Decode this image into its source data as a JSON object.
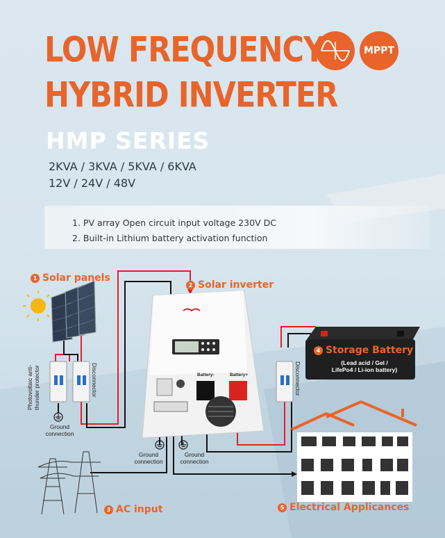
{
  "title": {
    "line1": "LOW FREQUENCY",
    "line2": "HYBRID INVERTER"
  },
  "badges": {
    "mppt": "MPPT"
  },
  "series": "HMP SERIES",
  "specs": {
    "power": "2KVA / 3KVA / 5KVA / 6KVA",
    "voltage": "12V / 24V / 48V"
  },
  "features": [
    "1. PV array Open circuit input voltage 230V DC",
    "2. Built-in Lithium battery activation function"
  ],
  "components": {
    "solar_panels": {
      "num": "1",
      "label": "Solar panels"
    },
    "solar_inverter": {
      "num": "2",
      "label": "Solar inverter"
    },
    "ac_input": {
      "num": "3",
      "label": "AC input"
    },
    "storage_battery": {
      "num": "4",
      "label": "Storage Battery",
      "detail1": "(Lead acid / Gel /",
      "detail2": "LifePo4 / Li-ion battery)"
    },
    "appliances": {
      "num": "5",
      "label": "Electrical Applicances"
    }
  },
  "annotations": {
    "pv_protector": "Photovoltaic anti-thunder protector",
    "disconnector_left": "Disconnector",
    "disconnector_right": "Disconnector",
    "ground_left": "Ground connection",
    "ground_inv_a": "Ground connection",
    "ground_inv_b": "Ground connection",
    "battery_neg": "Battery-",
    "battery_pos": "Battery+"
  },
  "colors": {
    "accent": "#e8642a",
    "wire_red": "#e0202a",
    "wire_black": "#111111"
  }
}
